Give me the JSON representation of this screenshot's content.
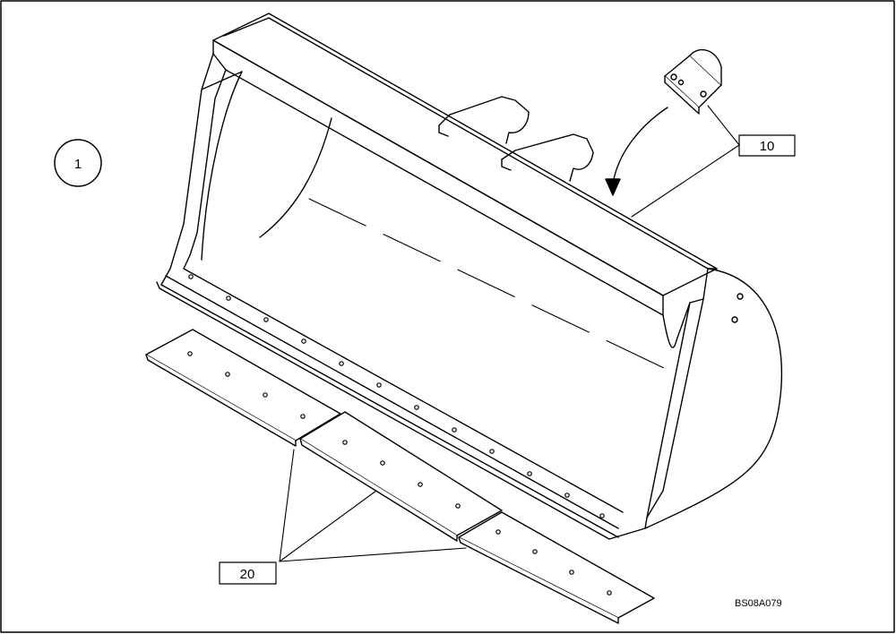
{
  "view": {
    "number": "1",
    "drawing_code": "BS08A079"
  },
  "callouts": [
    {
      "id": "callout-10",
      "text": "10"
    },
    {
      "id": "callout-20",
      "text": "20"
    }
  ],
  "colors": {
    "line": "#000000",
    "background": "#ffffff"
  }
}
